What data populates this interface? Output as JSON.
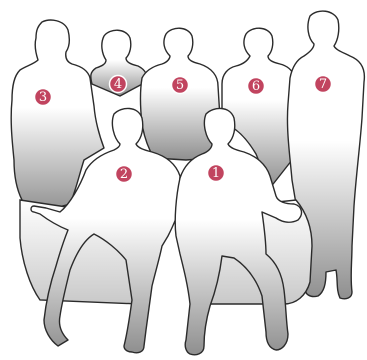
{
  "colors": {
    "marker": "#c1445f",
    "marker_text": "#ffffff",
    "outline": "#2b2b2b",
    "fill_top": "#ffffff",
    "fill_bottom": "#8f8f8f"
  },
  "figures": [
    {
      "id": "person-1",
      "row": "front",
      "label": "1"
    },
    {
      "id": "person-2",
      "row": "front",
      "label": "2"
    },
    {
      "id": "person-3",
      "row": "back",
      "label": "3"
    },
    {
      "id": "person-4",
      "row": "back",
      "label": "4"
    },
    {
      "id": "person-5",
      "row": "back",
      "label": "5"
    },
    {
      "id": "person-6",
      "row": "back",
      "label": "6"
    },
    {
      "id": "person-7",
      "row": "back",
      "label": "7"
    }
  ]
}
